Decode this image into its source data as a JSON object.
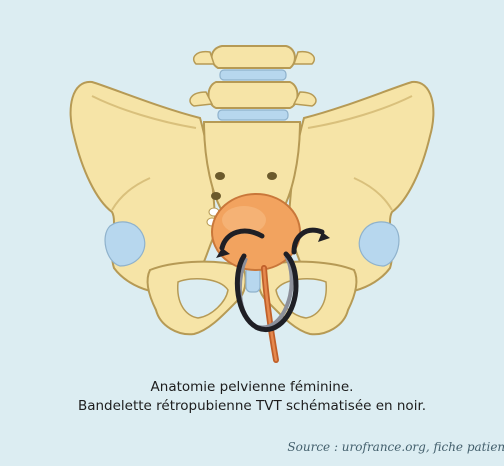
{
  "figure": {
    "caption_line1": "Anatomie pelvienne féminine.",
    "caption_line2": "Bandelette rétropubienne TVT schématisée en noir.",
    "source": "Source : urofrance.org, fiche patient"
  },
  "colors": {
    "background": "#dcedf2",
    "bone": "#f6e4a7",
    "bone_outline": "#b69a55",
    "cartilage": "#b7d7ee",
    "bladder": "#f2a35f",
    "urethra": "#c0602a",
    "tvt_sling": "#1f1f25",
    "sling_vessel": "#8c8f9a"
  }
}
